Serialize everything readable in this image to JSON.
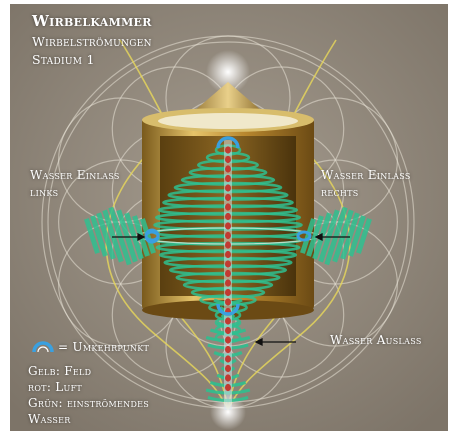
{
  "diagram": {
    "title": "Wirbelkammer",
    "subtitle_line1": "Wirbelströmungen",
    "subtitle_line2": "Stadium 1",
    "inlet_left_line1": "Wasser Einlass",
    "inlet_left_line2": "links",
    "inlet_right_line1": "Wasser Einlass",
    "inlet_right_line2": "rechts",
    "outlet": "Wasser Auslass",
    "legend": {
      "turn_point": "= Umkehrpunkt",
      "yellow": "Gelb: Feld",
      "red": "rot: Luft",
      "green_line1": "Grün: einströmendes",
      "green_line2": "Wasser"
    },
    "colors": {
      "background": "#8e8578",
      "gold": "#c9a24a",
      "field_yellow": "#e8d85a",
      "water_green": "#2fbf8f",
      "air_red": "#c23a32",
      "turn_blue": "#3aa0e0"
    }
  }
}
